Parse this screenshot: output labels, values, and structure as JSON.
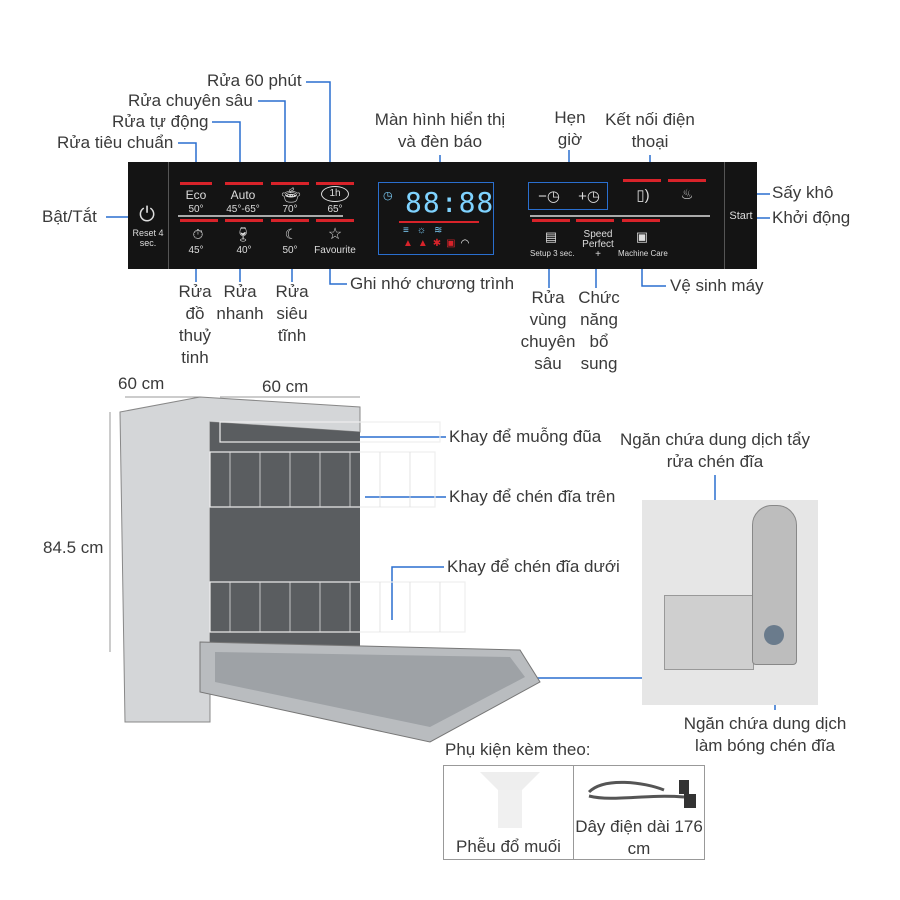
{
  "panel": {
    "power": {
      "label": "Bật/Tắt",
      "text": "Reset 4 sec."
    },
    "programs_top": [
      {
        "label": "Rửa tiêu chuẩn",
        "name": "Eco",
        "temp": "50°"
      },
      {
        "label": "Rửa tự động",
        "name": "Auto",
        "temp": "45°-65°"
      },
      {
        "label": "Rửa chuyên sâu",
        "name": "",
        "temp": "70°"
      },
      {
        "label": "Rửa 60 phút",
        "name": "1h",
        "temp": "65°"
      }
    ],
    "programs_bottom": [
      {
        "label": "Rửa đồ thuỷ tinh",
        "temp": "45°"
      },
      {
        "label": "Rửa nhanh",
        "temp": "40°"
      },
      {
        "label": "Rửa siêu tĩnh",
        "temp": "50°"
      },
      {
        "label": "Ghi nhớ chương trình",
        "text": "Favourite"
      }
    ],
    "display": {
      "label": "Màn hình hiển thị và đèn báo",
      "digits": "88:88"
    },
    "timer": {
      "label": "Hẹn giờ",
      "minus": "−◷",
      "plus": "+◷"
    },
    "phone": {
      "label": "Kết nối điện thoại"
    },
    "dry": {
      "label": "Sấy khô"
    },
    "start": {
      "label": "Khởi động",
      "text": "Start"
    },
    "setup": {
      "label": "Rửa vùng chuyên sâu",
      "text": "Setup 3 sec."
    },
    "speed": {
      "label": "Chức năng bổ sung",
      "text": "Speed Perfect +"
    },
    "care": {
      "label": "Vệ sinh máy",
      "text": "Machine Care"
    }
  },
  "dimensions": {
    "depth": "60 cm",
    "width": "60 cm",
    "height": "84.5 cm"
  },
  "parts": {
    "cutlery": "Khay để muỗng đũa",
    "upper": "Khay để chén đĩa trên",
    "lower": "Khay để chén đĩa dưới",
    "detergent": "Ngăn chứa dung dịch tẩy rửa chén đĩa",
    "rinse": "Ngăn chứa dung dịch làm bóng chén đĩa"
  },
  "accessories": {
    "title": "Phụ kiện kèm theo:",
    "items": [
      "Phễu đổ muối",
      "Dây điện dài 176 cm"
    ]
  },
  "colors": {
    "panel": "#141414",
    "accent_red": "#d8232a",
    "callout_line": "#2a6fcf"
  }
}
